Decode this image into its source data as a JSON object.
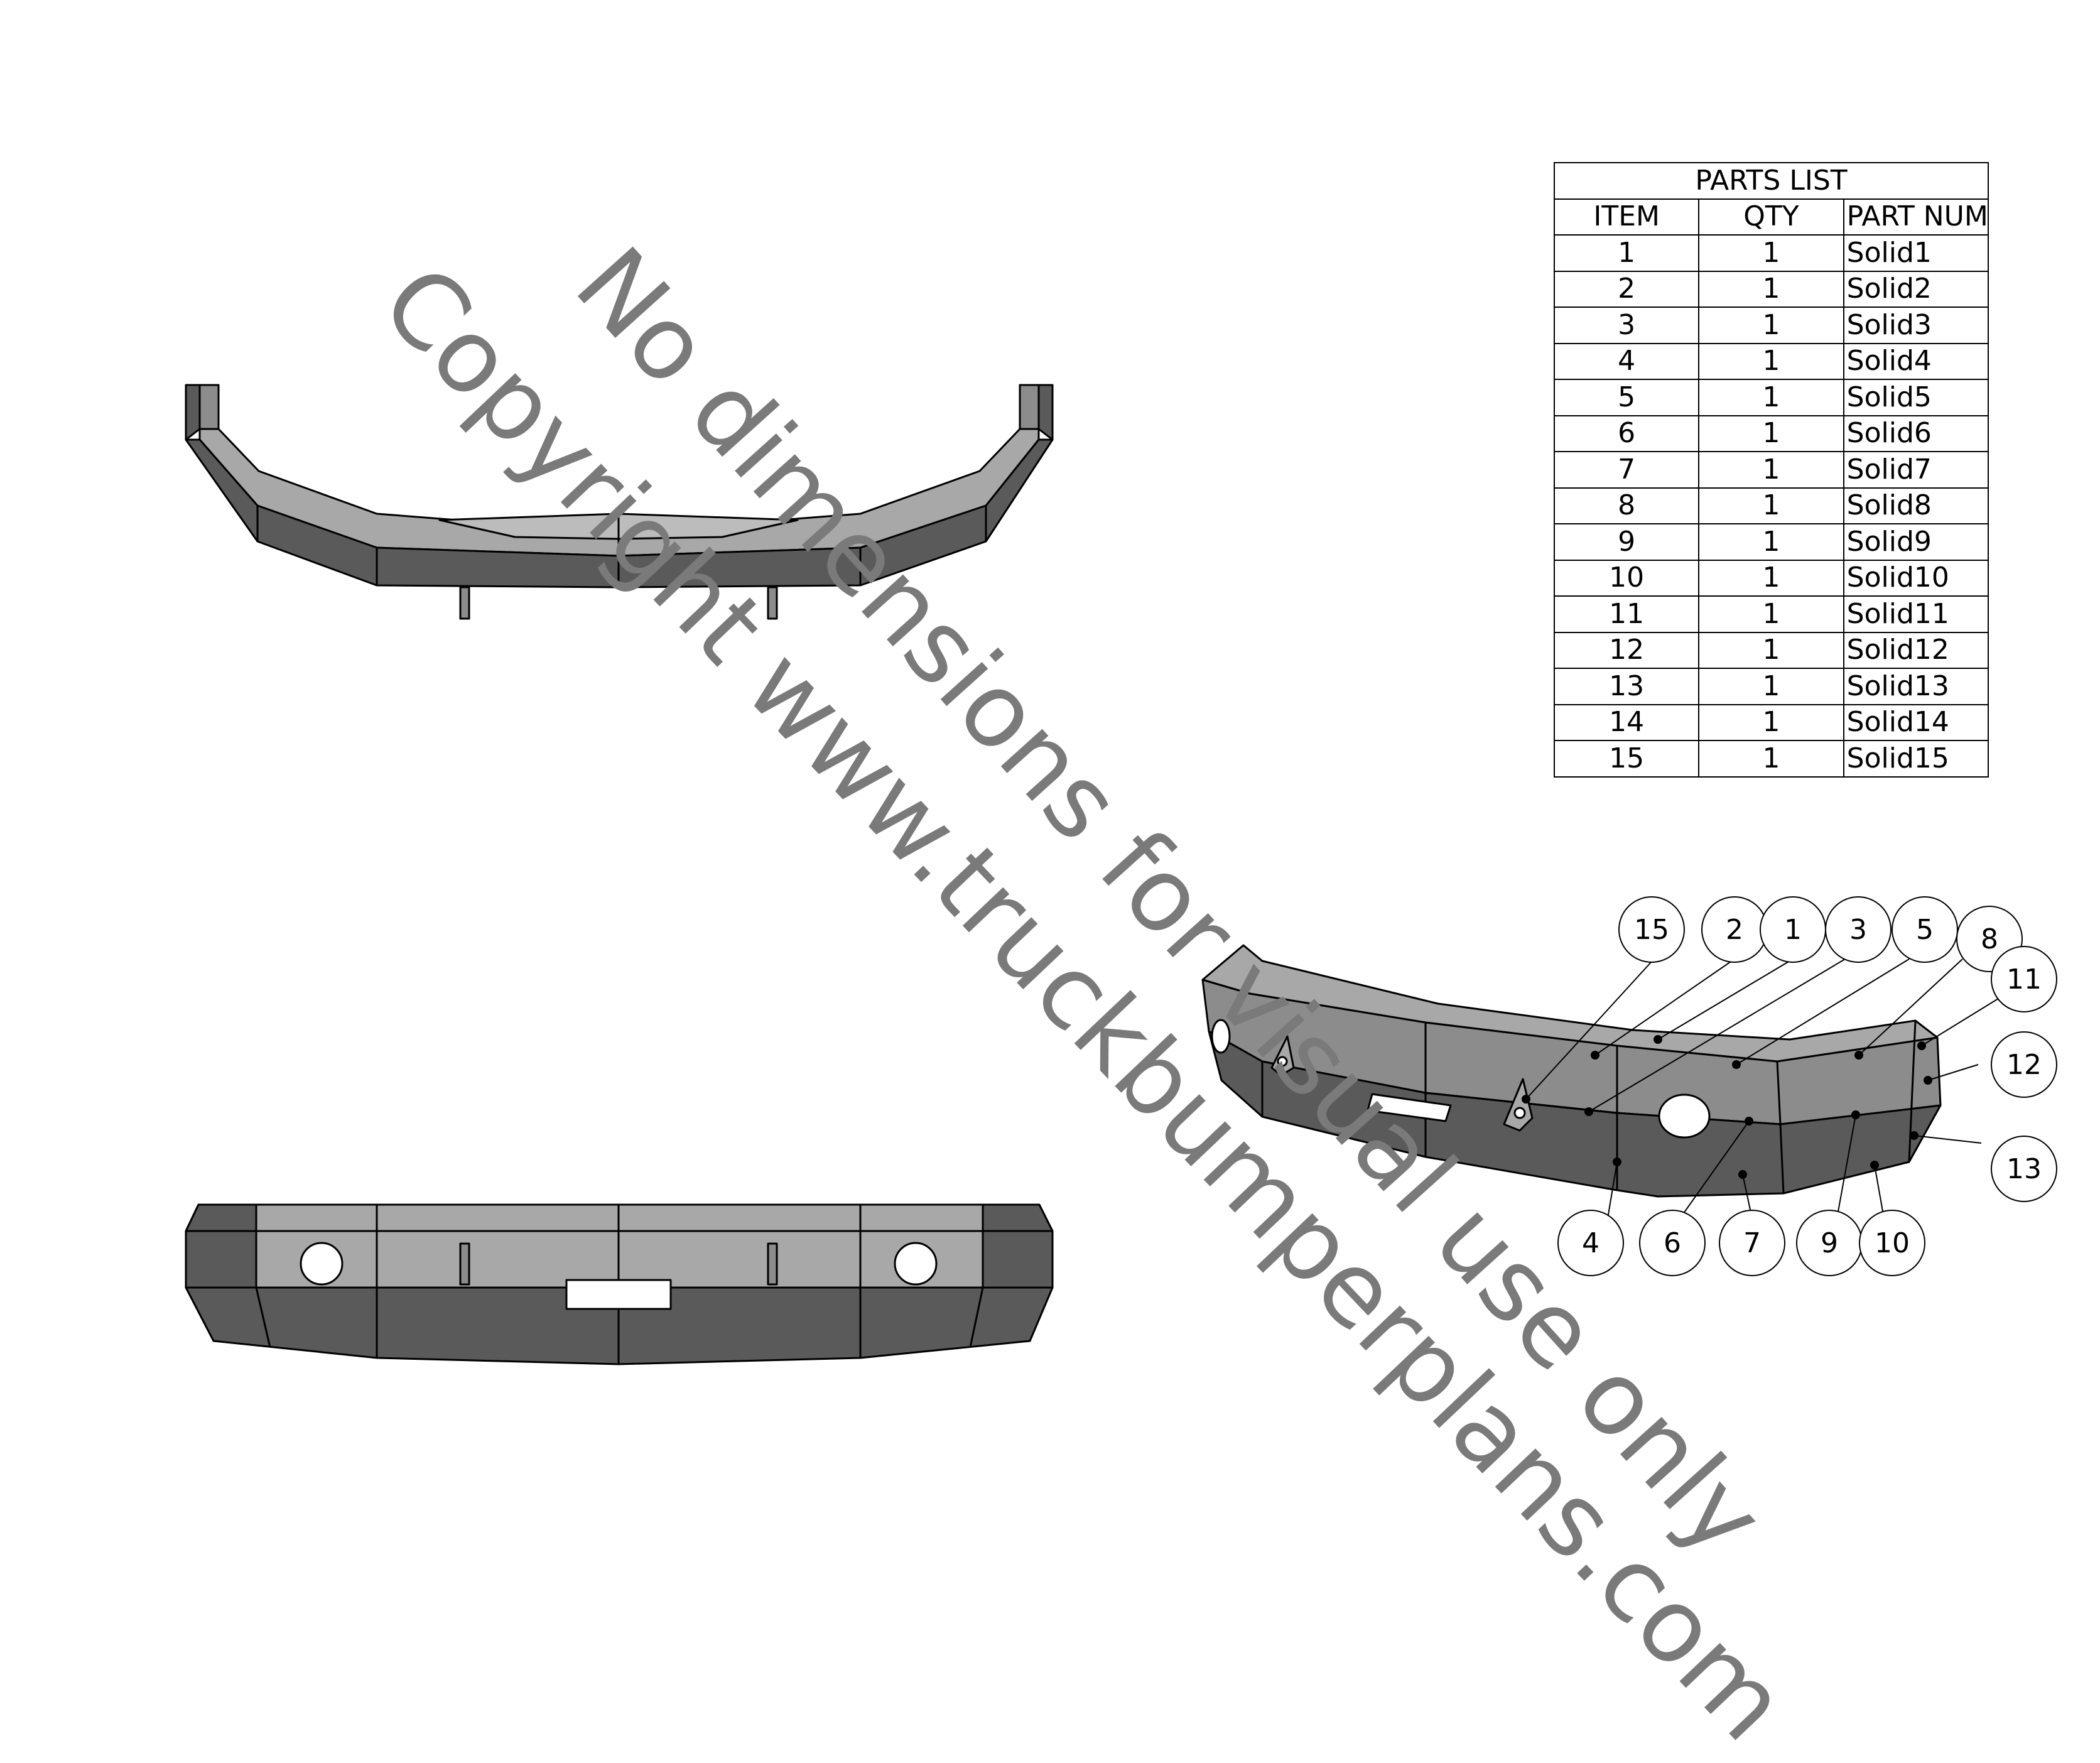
{
  "parts_list": {
    "title": "PARTS LIST",
    "headers": {
      "item": "ITEM",
      "qty": "QTY",
      "part": "PART NUMBE"
    },
    "rows": [
      {
        "item": "1",
        "qty": "1",
        "part": "Solid1"
      },
      {
        "item": "2",
        "qty": "1",
        "part": "Solid2"
      },
      {
        "item": "3",
        "qty": "1",
        "part": "Solid3"
      },
      {
        "item": "4",
        "qty": "1",
        "part": "Solid4"
      },
      {
        "item": "5",
        "qty": "1",
        "part": "Solid5"
      },
      {
        "item": "6",
        "qty": "1",
        "part": "Solid6"
      },
      {
        "item": "7",
        "qty": "1",
        "part": "Solid7"
      },
      {
        "item": "8",
        "qty": "1",
        "part": "Solid8"
      },
      {
        "item": "9",
        "qty": "1",
        "part": "Solid9"
      },
      {
        "item": "10",
        "qty": "1",
        "part": "Solid10"
      },
      {
        "item": "11",
        "qty": "1",
        "part": "Solid11"
      },
      {
        "item": "12",
        "qty": "1",
        "part": "Solid12"
      },
      {
        "item": "13",
        "qty": "1",
        "part": "Solid13"
      },
      {
        "item": "14",
        "qty": "1",
        "part": "Solid14"
      },
      {
        "item": "15",
        "qty": "1",
        "part": "Solid15"
      }
    ]
  },
  "balloons": [
    "15",
    "2",
    "1",
    "3",
    "5",
    "8",
    "11",
    "12",
    "13",
    "4",
    "6",
    "7",
    "9",
    "10"
  ],
  "watermark": {
    "line1": "No dimensions for visual use only",
    "line2": "Copyright www.truckbumperplans.com"
  },
  "colors": {
    "steel_light": "#a8a8a8",
    "steel_mid": "#8c8c8c",
    "steel_dark": "#5a5a5a",
    "watermark": "#7a7a7a"
  }
}
